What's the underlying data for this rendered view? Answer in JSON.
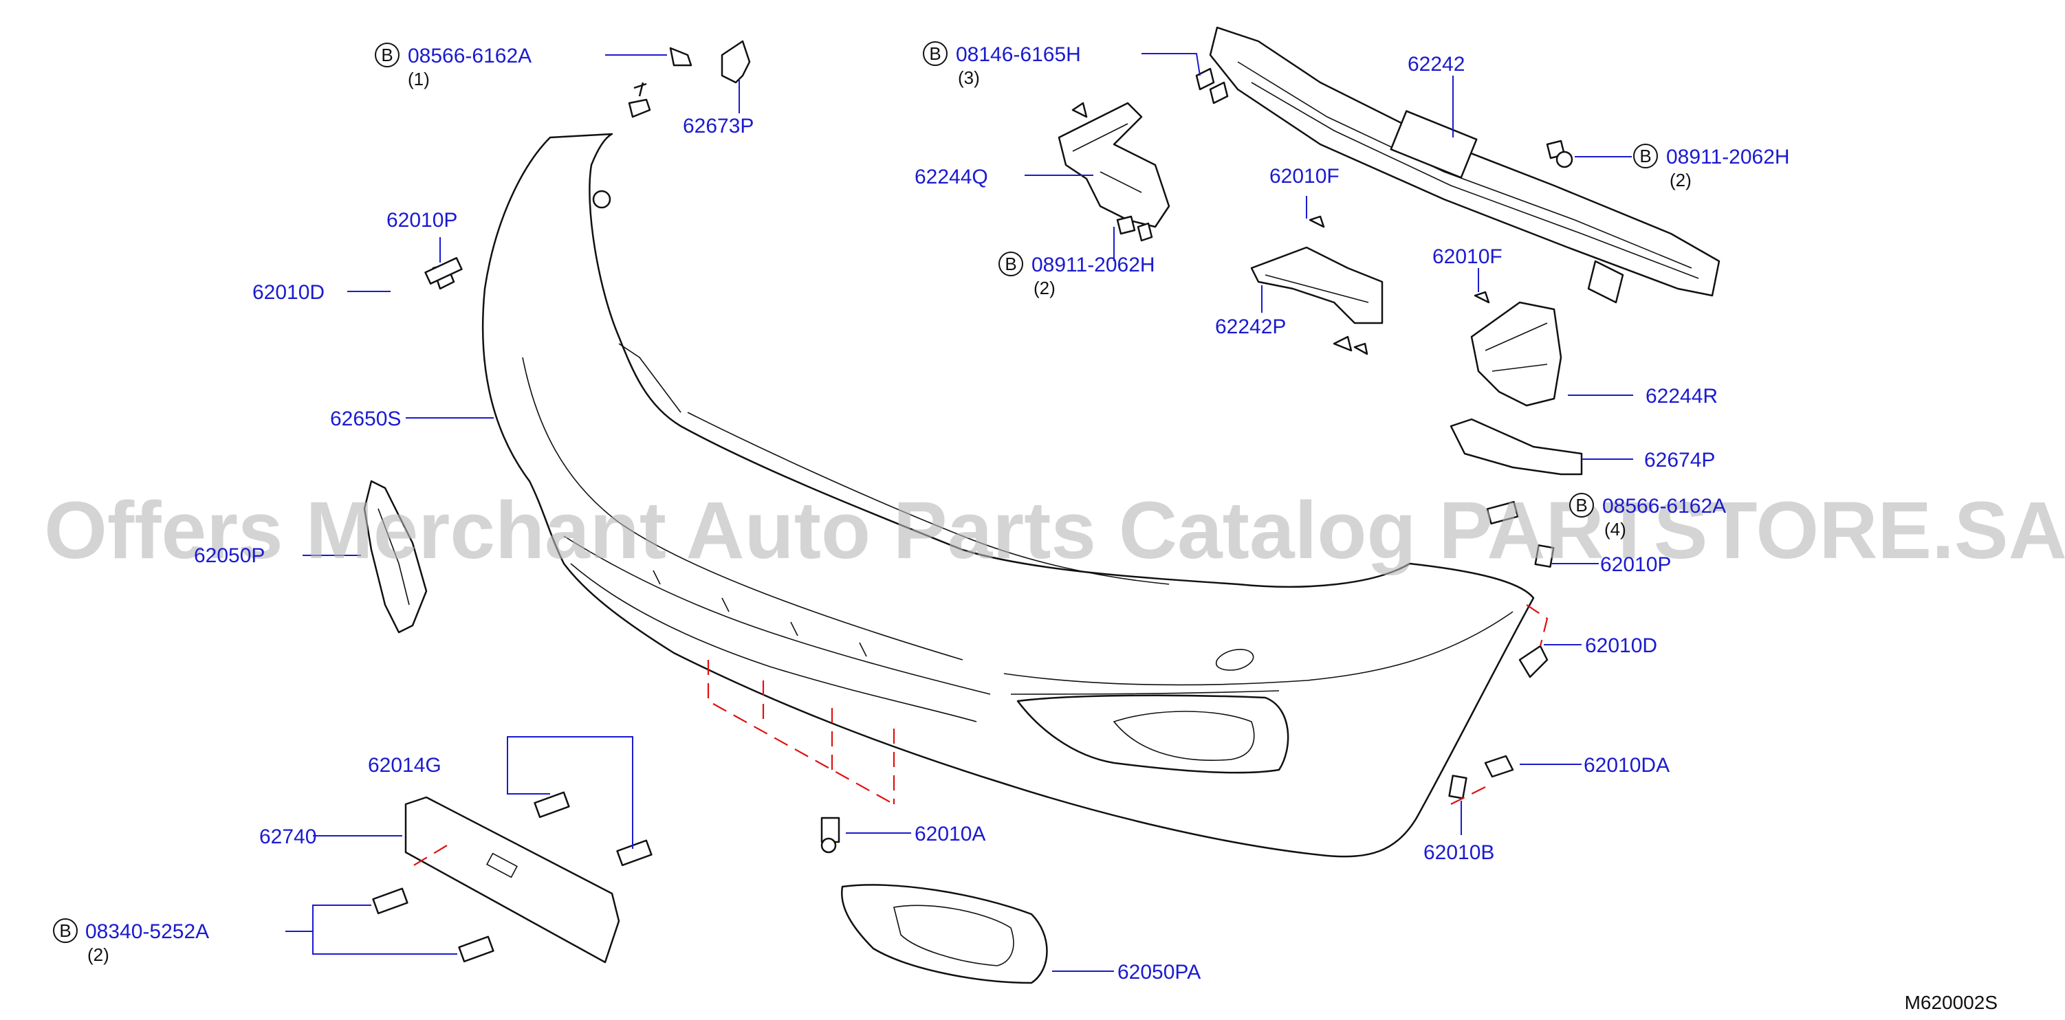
{
  "watermark": "Offers Merchant Auto Parts Catalog PARTSTORE.SA",
  "diagram_code": "M620002S",
  "bolt_symbol": "B",
  "parts": [
    {
      "id": "p1",
      "number": "08566-6162A",
      "qty": "(1)",
      "bolted": true
    },
    {
      "id": "p2",
      "number": "62673P"
    },
    {
      "id": "p3",
      "number": "08146-6165H",
      "qty": "(3)",
      "bolted": true
    },
    {
      "id": "p4",
      "number": "62242"
    },
    {
      "id": "p5",
      "number": "08911-2062H",
      "qty": "(2)",
      "bolted": true
    },
    {
      "id": "p6",
      "number": "62244Q"
    },
    {
      "id": "p7",
      "number": "62010F"
    },
    {
      "id": "p8",
      "number": "62010P"
    },
    {
      "id": "p9",
      "number": "08911-2062H",
      "qty": "(2)",
      "bolted": true
    },
    {
      "id": "p10",
      "number": "62010D"
    },
    {
      "id": "p11",
      "number": "62010F"
    },
    {
      "id": "p12",
      "number": "62242P"
    },
    {
      "id": "p13",
      "number": "62244R"
    },
    {
      "id": "p14",
      "number": "62650S"
    },
    {
      "id": "p15",
      "number": "62674P"
    },
    {
      "id": "p16",
      "number": "08566-6162A",
      "qty": "(4)",
      "bolted": true
    },
    {
      "id": "p17",
      "number": "62050P"
    },
    {
      "id": "p18",
      "number": "62010P"
    },
    {
      "id": "p19",
      "number": "62010D"
    },
    {
      "id": "p20",
      "number": "62014G"
    },
    {
      "id": "p21",
      "number": "62010DA"
    },
    {
      "id": "p22",
      "number": "62740"
    },
    {
      "id": "p23",
      "number": "62010A"
    },
    {
      "id": "p24",
      "number": "62010B"
    },
    {
      "id": "p25",
      "number": "08340-5252A",
      "qty": "(2)",
      "bolted": true
    },
    {
      "id": "p26",
      "number": "62050PA"
    }
  ]
}
